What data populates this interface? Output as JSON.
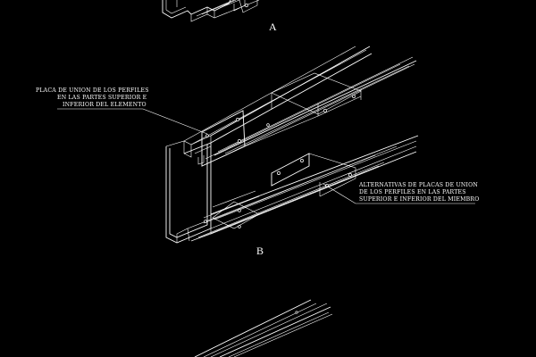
{
  "labels": {
    "a": "A",
    "b": "B"
  },
  "note_top": {
    "lines": [
      "PLACA DE UNION DE LOS PERFILES",
      "EN LAS PARTES SUPERIOR E",
      "INFERIOR DEL ELEMENTO"
    ]
  },
  "note_right": {
    "lines": [
      "ALTERNATIVAS DE PLACAS DE UNION",
      "DE LOS PERFILES EN LAS PARTES",
      "SUPERIOR E INFERIOR DEL MIEMBRO"
    ]
  },
  "colors": {
    "background": "#000000",
    "linework": "#ffffff"
  }
}
